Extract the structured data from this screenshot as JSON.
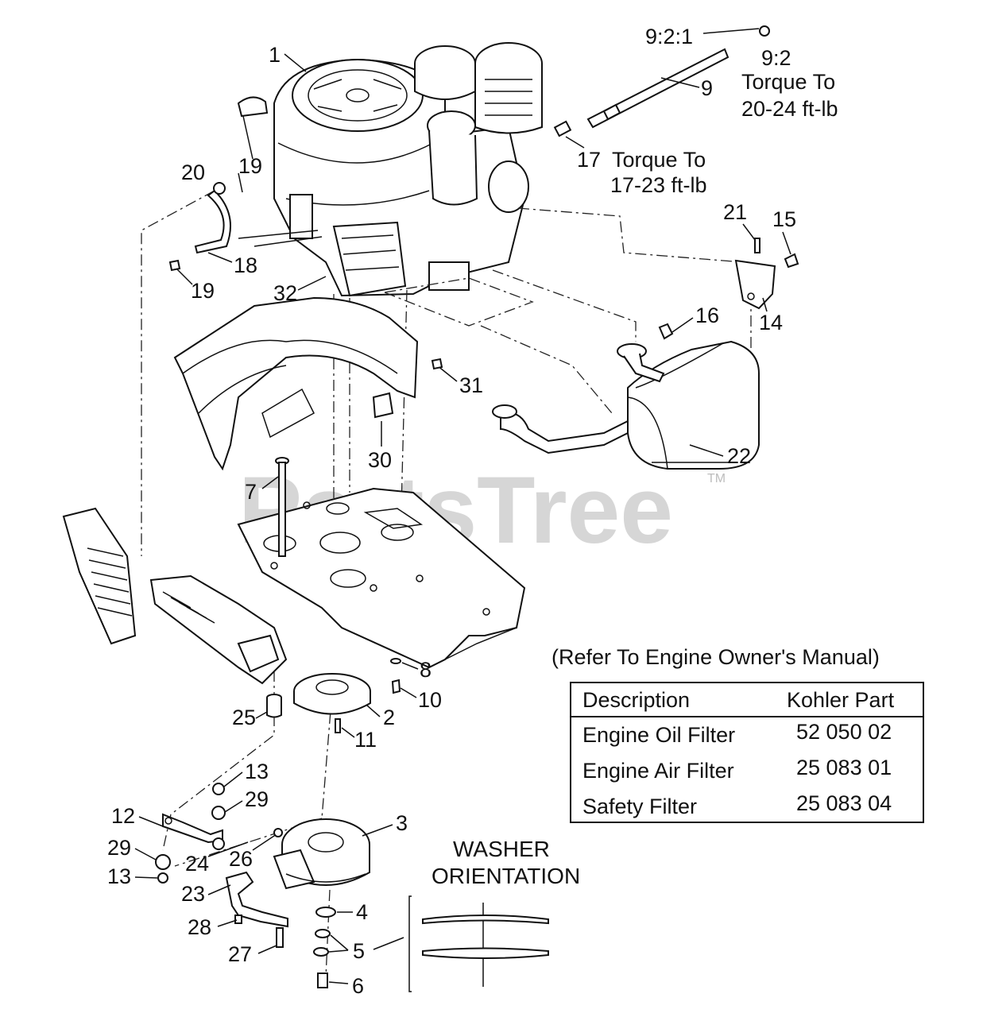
{
  "watermark": "PartsTree",
  "watermark_tm": "TM",
  "callouts": {
    "c1": "1",
    "c2": "2",
    "c3": "3",
    "c4": "4",
    "c5": "5",
    "c6": "6",
    "c7": "7",
    "c8": "8",
    "c9": "9",
    "c9_2_1": "9:2:1",
    "c9_2": "9:2",
    "c10": "10",
    "c11": "11",
    "c12": "12",
    "c13a": "13",
    "c13b": "13",
    "c14": "14",
    "c15": "15",
    "c16": "16",
    "c17": "17",
    "c18": "18",
    "c19a": "19",
    "c19b": "19",
    "c20": "20",
    "c21": "21",
    "c22": "22",
    "c23": "23",
    "c24": "24",
    "c25": "25",
    "c26": "26",
    "c27": "27",
    "c28": "28",
    "c29a": "29",
    "c29b": "29",
    "c30": "30",
    "c31": "31",
    "c32": "32"
  },
  "notes": {
    "torque_9_line1": "Torque To",
    "torque_9_line2": "20-24 ft-lb",
    "torque_17_line1": "Torque To",
    "torque_17_line2": "17-23 ft-lb"
  },
  "table": {
    "title": "(Refer To Engine Owner's Manual)",
    "headers": [
      "Description",
      "Kohler Part"
    ],
    "rows": [
      [
        "Engine Oil Filter",
        "52 050 02"
      ],
      [
        "Engine Air Filter",
        "25 083 01"
      ],
      [
        "Safety Filter",
        "25 083 04"
      ]
    ]
  },
  "washer": {
    "line1": "WASHER",
    "line2": "ORIENTATION"
  }
}
